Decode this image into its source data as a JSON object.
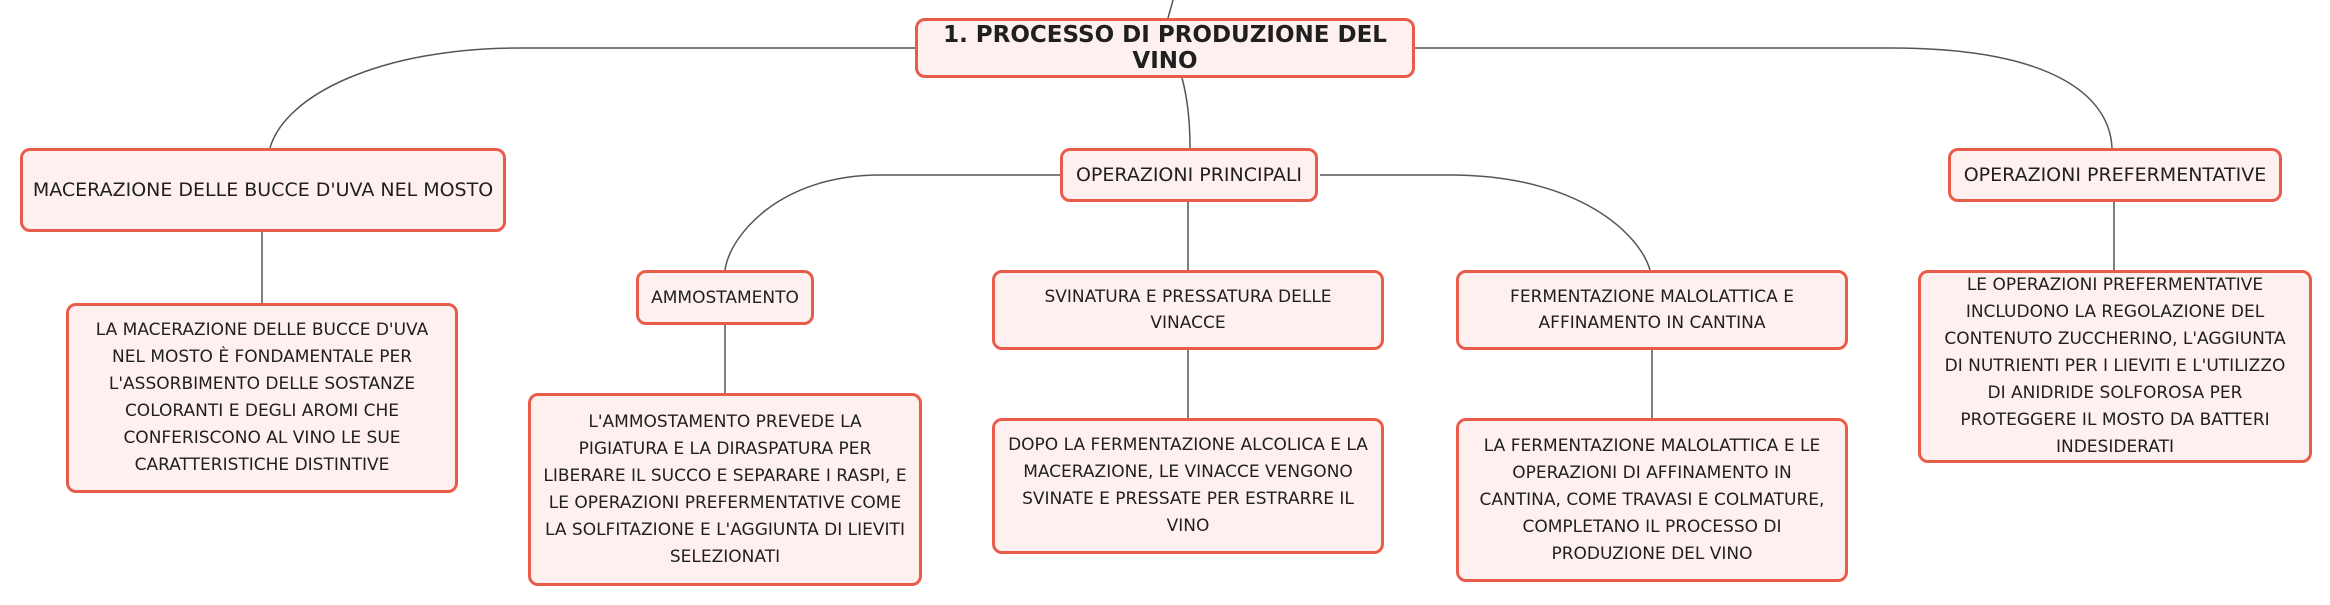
{
  "root": {
    "title": "1. PROCESSO DI PRODUZIONE DEL VINO"
  },
  "branches": [
    {
      "title": "MACERAZIONE DELLE BUCCE D'UVA NEL MOSTO",
      "description": "LA MACERAZIONE DELLE BUCCE D'UVA NEL MOSTO È FONDAMENTALE PER L'ASSORBIMENTO DELLE SOSTANZE COLORANTI E DEGLI AROMI CHE CONFERISCONO AL VINO LE SUE CARATTERISTICHE DISTINTIVE"
    },
    {
      "title": "OPERAZIONI PRINCIPALI",
      "children": [
        {
          "title": "AMMOSTAMENTO",
          "description": "L'AMMOSTAMENTO PREVEDE LA PIGIATURA E LA DIRASPATURA PER LIBERARE IL SUCCO E SEPARARE I RASPI, E LE OPERAZIONI PREFERMENTATIVE COME LA SOLFITAZIONE E L'AGGIUNTA DI LIEVITI SELEZIONATI"
        },
        {
          "title": "SVINATURA E PRESSATURA DELLE VINACCE",
          "description": "DOPO LA FERMENTAZIONE ALCOLICA E LA MACERAZIONE, LE VINACCE VENGONO SVINATE E PRESSATE PER ESTRARRE IL VINO"
        },
        {
          "title": "FERMENTAZIONE MALOLATTICA E AFFINAMENTO IN CANTINA",
          "description": "LA FERMENTAZIONE MALOLATTICA E LE OPERAZIONI DI AFFINAMENTO IN CANTINA, COME TRAVASI E COLMATURE, COMPLETANO IL PROCESSO DI PRODUZIONE DEL VINO"
        }
      ]
    },
    {
      "title": "OPERAZIONI PREFERMENTATIVE",
      "description": "LE OPERAZIONI PREFERMENTATIVE INCLUDONO LA REGOLAZIONE DEL CONTENUTO ZUCCHERINO, L'AGGIUNTA DI NUTRIENTI PER I LIEVITI E L'UTILIZZO DI ANIDRIDE SOLFOROSA PER PROTEGGERE IL MOSTO DA BATTERI INDESIDERATI"
    }
  ],
  "colors": {
    "border": "#e85d4a",
    "fill": "#fdf0ee",
    "line": "#555555"
  }
}
